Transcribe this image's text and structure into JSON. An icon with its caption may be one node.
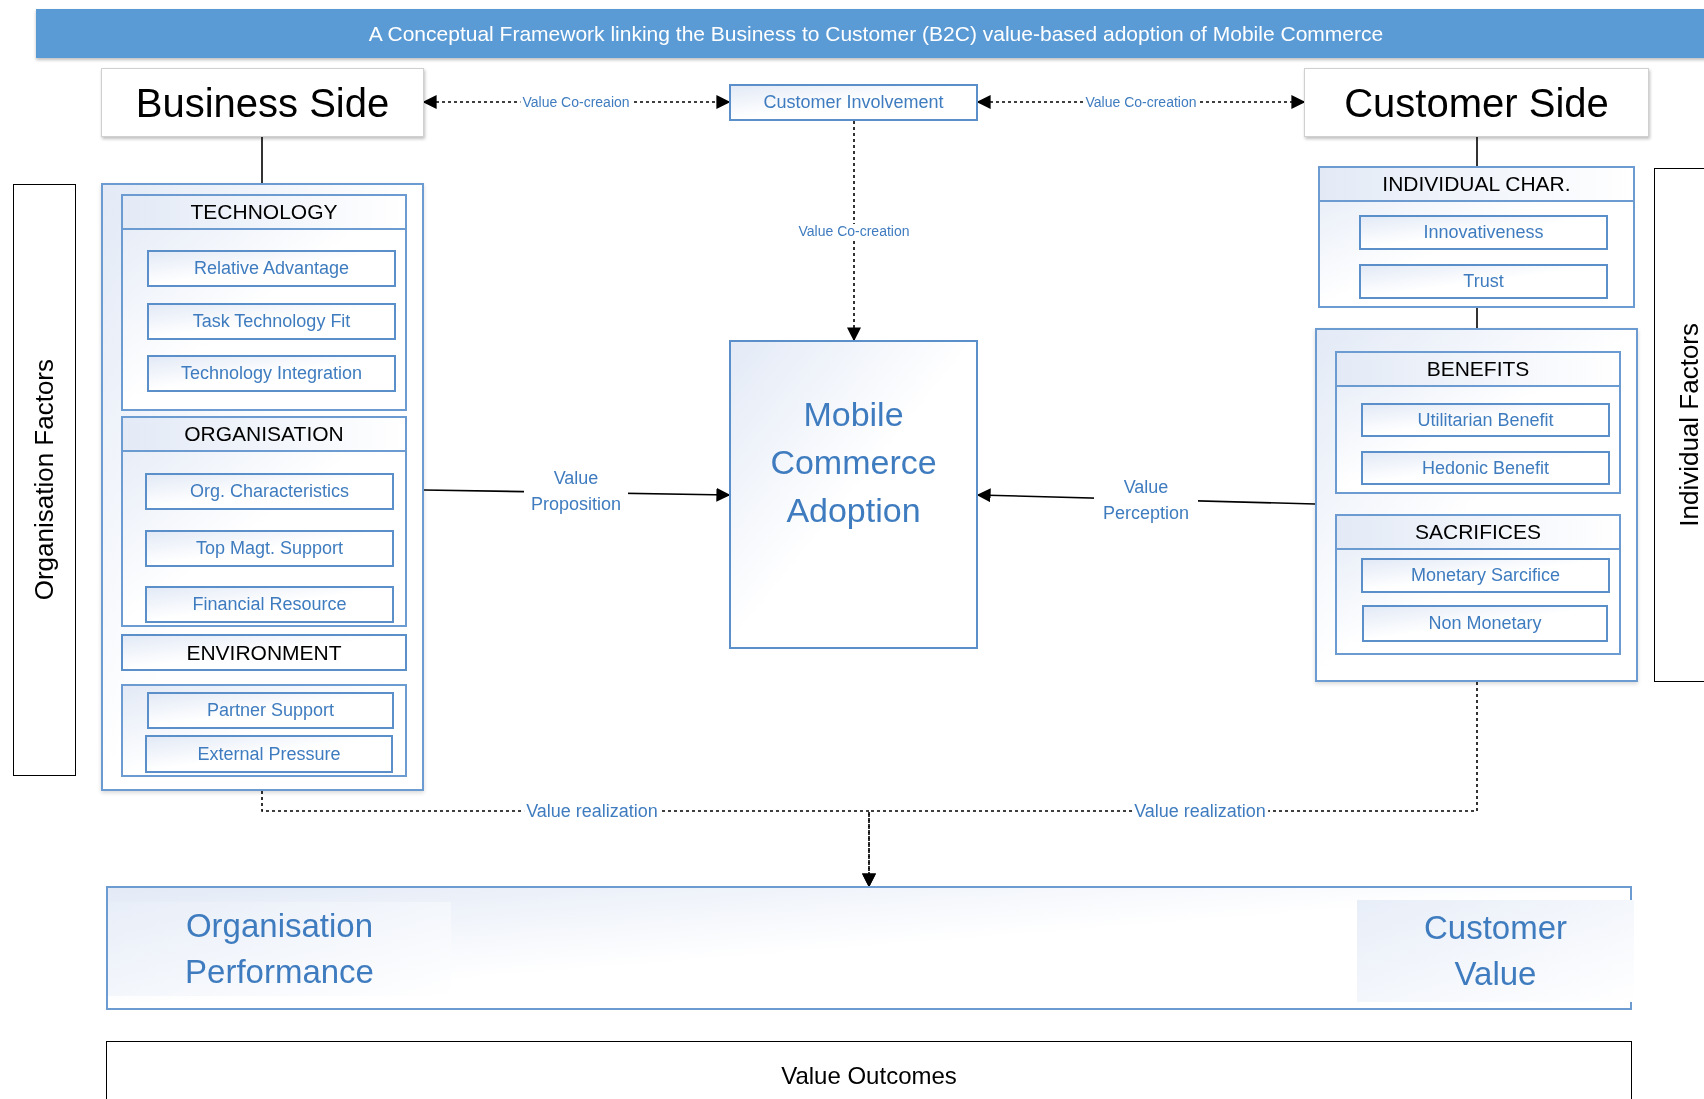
{
  "diagram": {
    "title": "A Conceptual Framework linking the Business to Customer (B2C) value-based adoption of Mobile Commerce",
    "nodes": [
      {
        "text": [
          "Business Side"
        ]
      },
      {
        "text": [
          "Customer Involvement"
        ]
      },
      {
        "text": [
          "Customer Side"
        ]
      },
      {
        "text": [
          "Organisation Factors"
        ]
      },
      {
        "text": [],
        "shape": "box"
      },
      {
        "text": [
          "TECHNOLOGY"
        ],
        "in": 4
      },
      {
        "text": [
          "Relative Advantage"
        ],
        "in": 5
      },
      {
        "text": [
          "Task Technology Fit"
        ],
        "in": 5
      },
      {
        "text": [
          "Technology Integration"
        ],
        "in": 5
      },
      {
        "text": [
          "ORGANISATION"
        ],
        "in": 4
      },
      {
        "text": [
          "Org. Characteristics"
        ],
        "in": 9
      },
      {
        "text": [
          "Top Magt. Support"
        ],
        "in": 9
      },
      {
        "text": [
          "Financial Resource"
        ],
        "in": 9
      },
      {
        "text": [
          "ENVIRONMENT"
        ],
        "in": 4
      },
      {
        "text": [],
        "shape": "box",
        "in": 4
      },
      {
        "text": [
          "Partner Support"
        ],
        "in": 14
      },
      {
        "text": [
          "External Pressure"
        ],
        "in": 14
      },
      {
        "text": [
          "Mobile Commerce Adoption"
        ]
      },
      {
        "text": [
          "INDIVIDUAL CHAR."
        ]
      },
      {
        "text": [
          "Innovativeness"
        ],
        "in": 18
      },
      {
        "text": [
          "Trust"
        ],
        "in": 18
      },
      {
        "text": [],
        "shape": "box"
      },
      {
        "text": [
          "BENEFITS"
        ],
        "in": 21
      },
      {
        "text": [
          "Utilitarian Benefit"
        ],
        "in": 22
      },
      {
        "text": [
          "Hedonic Benefit"
        ],
        "in": 22
      },
      {
        "text": [
          "SACRIFICES"
        ],
        "in": 21
      },
      {
        "text": [
          "Monetary Sarcifice"
        ],
        "in": 25
      },
      {
        "text": [
          "Non Monetary"
        ],
        "in": 25
      },
      {
        "text": [
          "Individual Factors"
        ]
      },
      {
        "text": [],
        "shape": "box"
      },
      {
        "text": [
          "Organisation Performance"
        ],
        "in": 29
      },
      {
        "text": [
          "Customer Value"
        ],
        "in": 29
      },
      {
        "text": [
          "Value Outcomes"
        ]
      }
    ],
    "edges": [
      {
        "from": 0,
        "to": 1,
        "arrow": "both",
        "label": "Value Co-creaion",
        "style": "dashed"
      },
      {
        "from": 1,
        "to": 2,
        "arrow": "both",
        "label": "Value Co-creation",
        "style": "dashed"
      },
      {
        "from": 1,
        "to": 17,
        "arrow": "to",
        "label": "Value Co-creation",
        "style": "dashed"
      },
      {
        "from": 0,
        "to": 4,
        "arrow": "none"
      },
      {
        "from": 2,
        "to": 18,
        "arrow": "none"
      },
      {
        "from": 18,
        "to": 21,
        "arrow": "none"
      },
      {
        "from": 4,
        "to": 17,
        "arrow": "to",
        "label": "Value Proposition"
      },
      {
        "from": 21,
        "to": 17,
        "arrow": "to",
        "label": "Value Perception"
      },
      {
        "from": 4,
        "to": 29,
        "arrow": "to",
        "label": "Value realization",
        "style": "dashed"
      },
      {
        "from": 21,
        "to": 29,
        "arrow": "to",
        "label": "Value realization",
        "style": "dashed"
      }
    ]
  }
}
